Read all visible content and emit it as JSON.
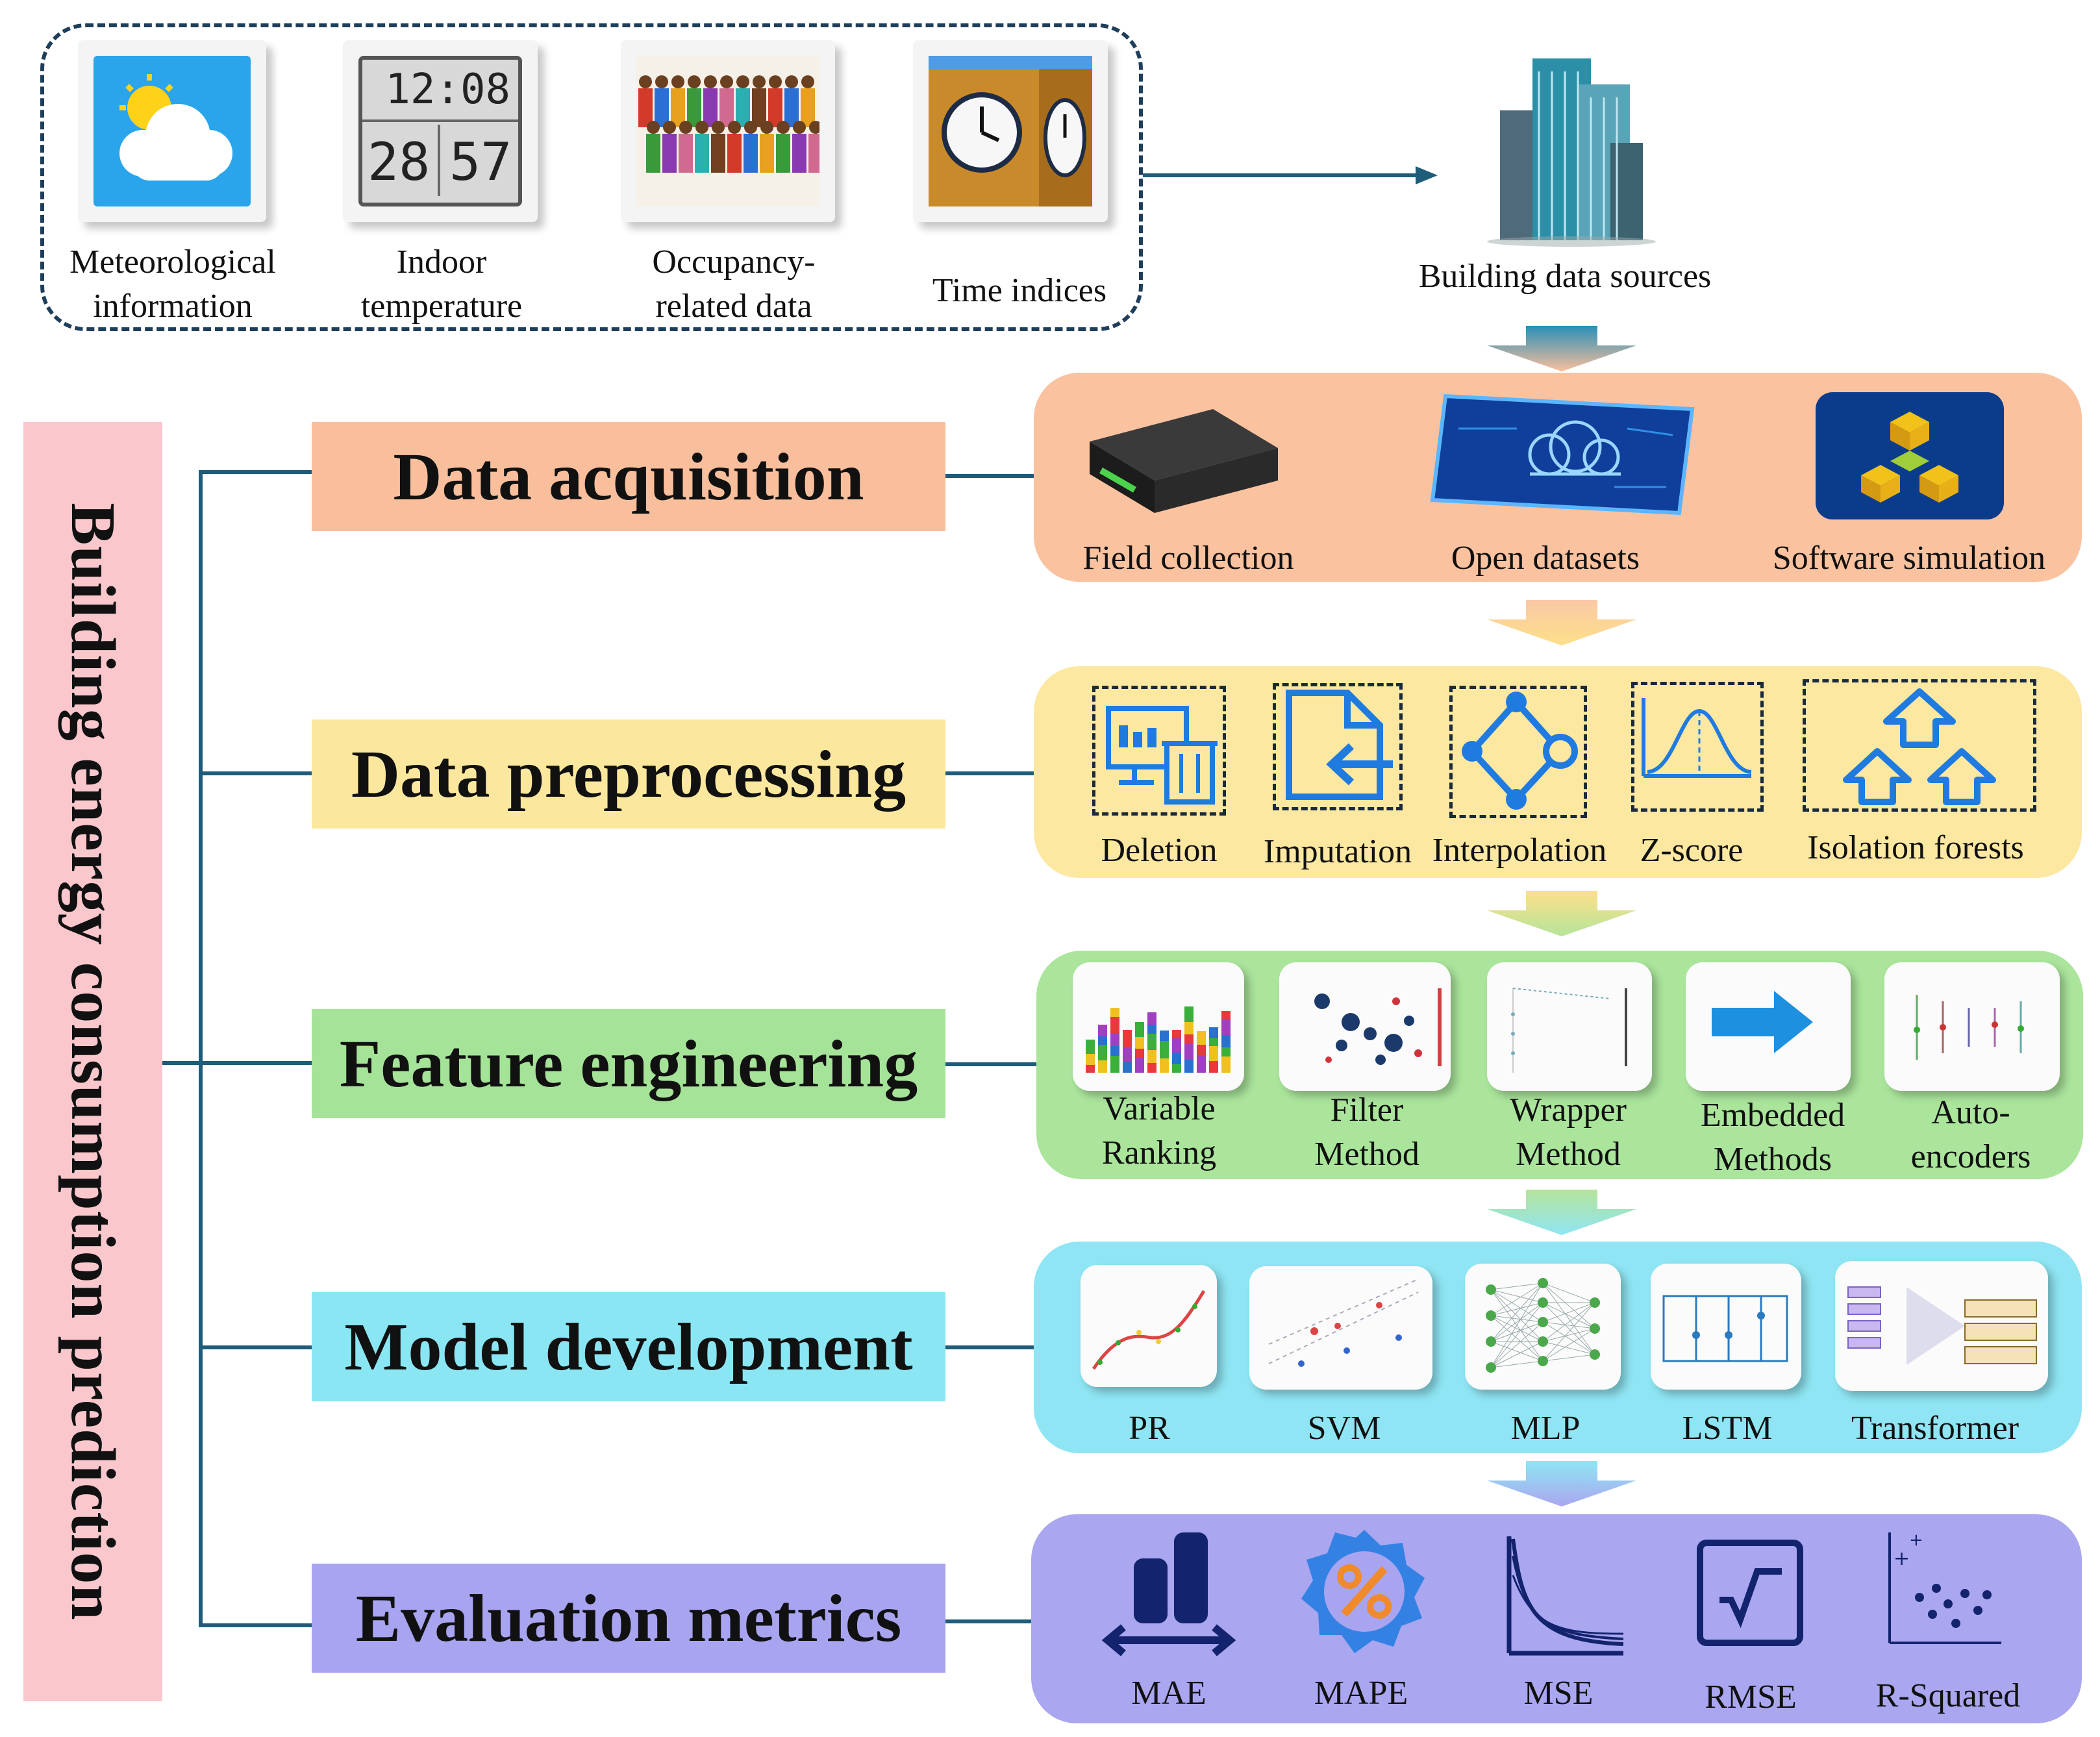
{
  "sources": {
    "items": [
      {
        "label": "Meteorological information",
        "line1": "Meteorological",
        "line2": "information",
        "icon": "weather-icon"
      },
      {
        "label": "Indoor temperature",
        "line1": "Indoor",
        "line2": "temperature",
        "icon": "thermometer-icon",
        "display_time": "12:08",
        "display_temp": "28",
        "display_humidity": "57"
      },
      {
        "label": "Occupancy-related data",
        "line1": "Occupancy-",
        "line2": "related data",
        "icon": "crowd-icon"
      },
      {
        "label": "Time indices",
        "line1": "Time indices",
        "icon": "clock-tower-icon"
      }
    ],
    "target_label": "Building data sources"
  },
  "side_title": "Building energy  consumption prediction",
  "stages": [
    {
      "title": "Data acquisition",
      "color": "#f9bf9c",
      "panel_color": "#fbc2a0",
      "items": [
        "Field collection",
        "Open datasets",
        "Software simulation"
      ]
    },
    {
      "title": "Data preprocessing",
      "color": "#fce79e",
      "panel_color": "#fde8a2",
      "items": [
        "Deletion",
        "Imputation",
        "Interpolation",
        "Z-score",
        "Isolation forests"
      ]
    },
    {
      "title": "Feature engineering",
      "color": "#a5e398",
      "panel_color": "#abe59c",
      "items": [
        [
          "Variable",
          "Ranking"
        ],
        [
          "Filter",
          "Method"
        ],
        [
          "Wrapper",
          "Method"
        ],
        [
          "Embedded",
          "Methods"
        ],
        [
          "Auto-",
          "encoders"
        ]
      ]
    },
    {
      "title": "Model development",
      "color": "#8ae6f2",
      "panel_color": "#8fe5f3",
      "items": [
        "PR",
        "SVM",
        "MLP",
        "LSTM",
        "Transformer"
      ]
    },
    {
      "title": "Evaluation metrics",
      "color": "#a8a4f0",
      "panel_color": "#aaa6f0",
      "items": [
        "MAE",
        "MAPE",
        "MSE",
        "RMSE",
        "R-Squared"
      ]
    }
  ],
  "colors": {
    "line": "#1f5c7a",
    "icon_blue": "#1f7be0",
    "metric_navy": "#13236e"
  }
}
